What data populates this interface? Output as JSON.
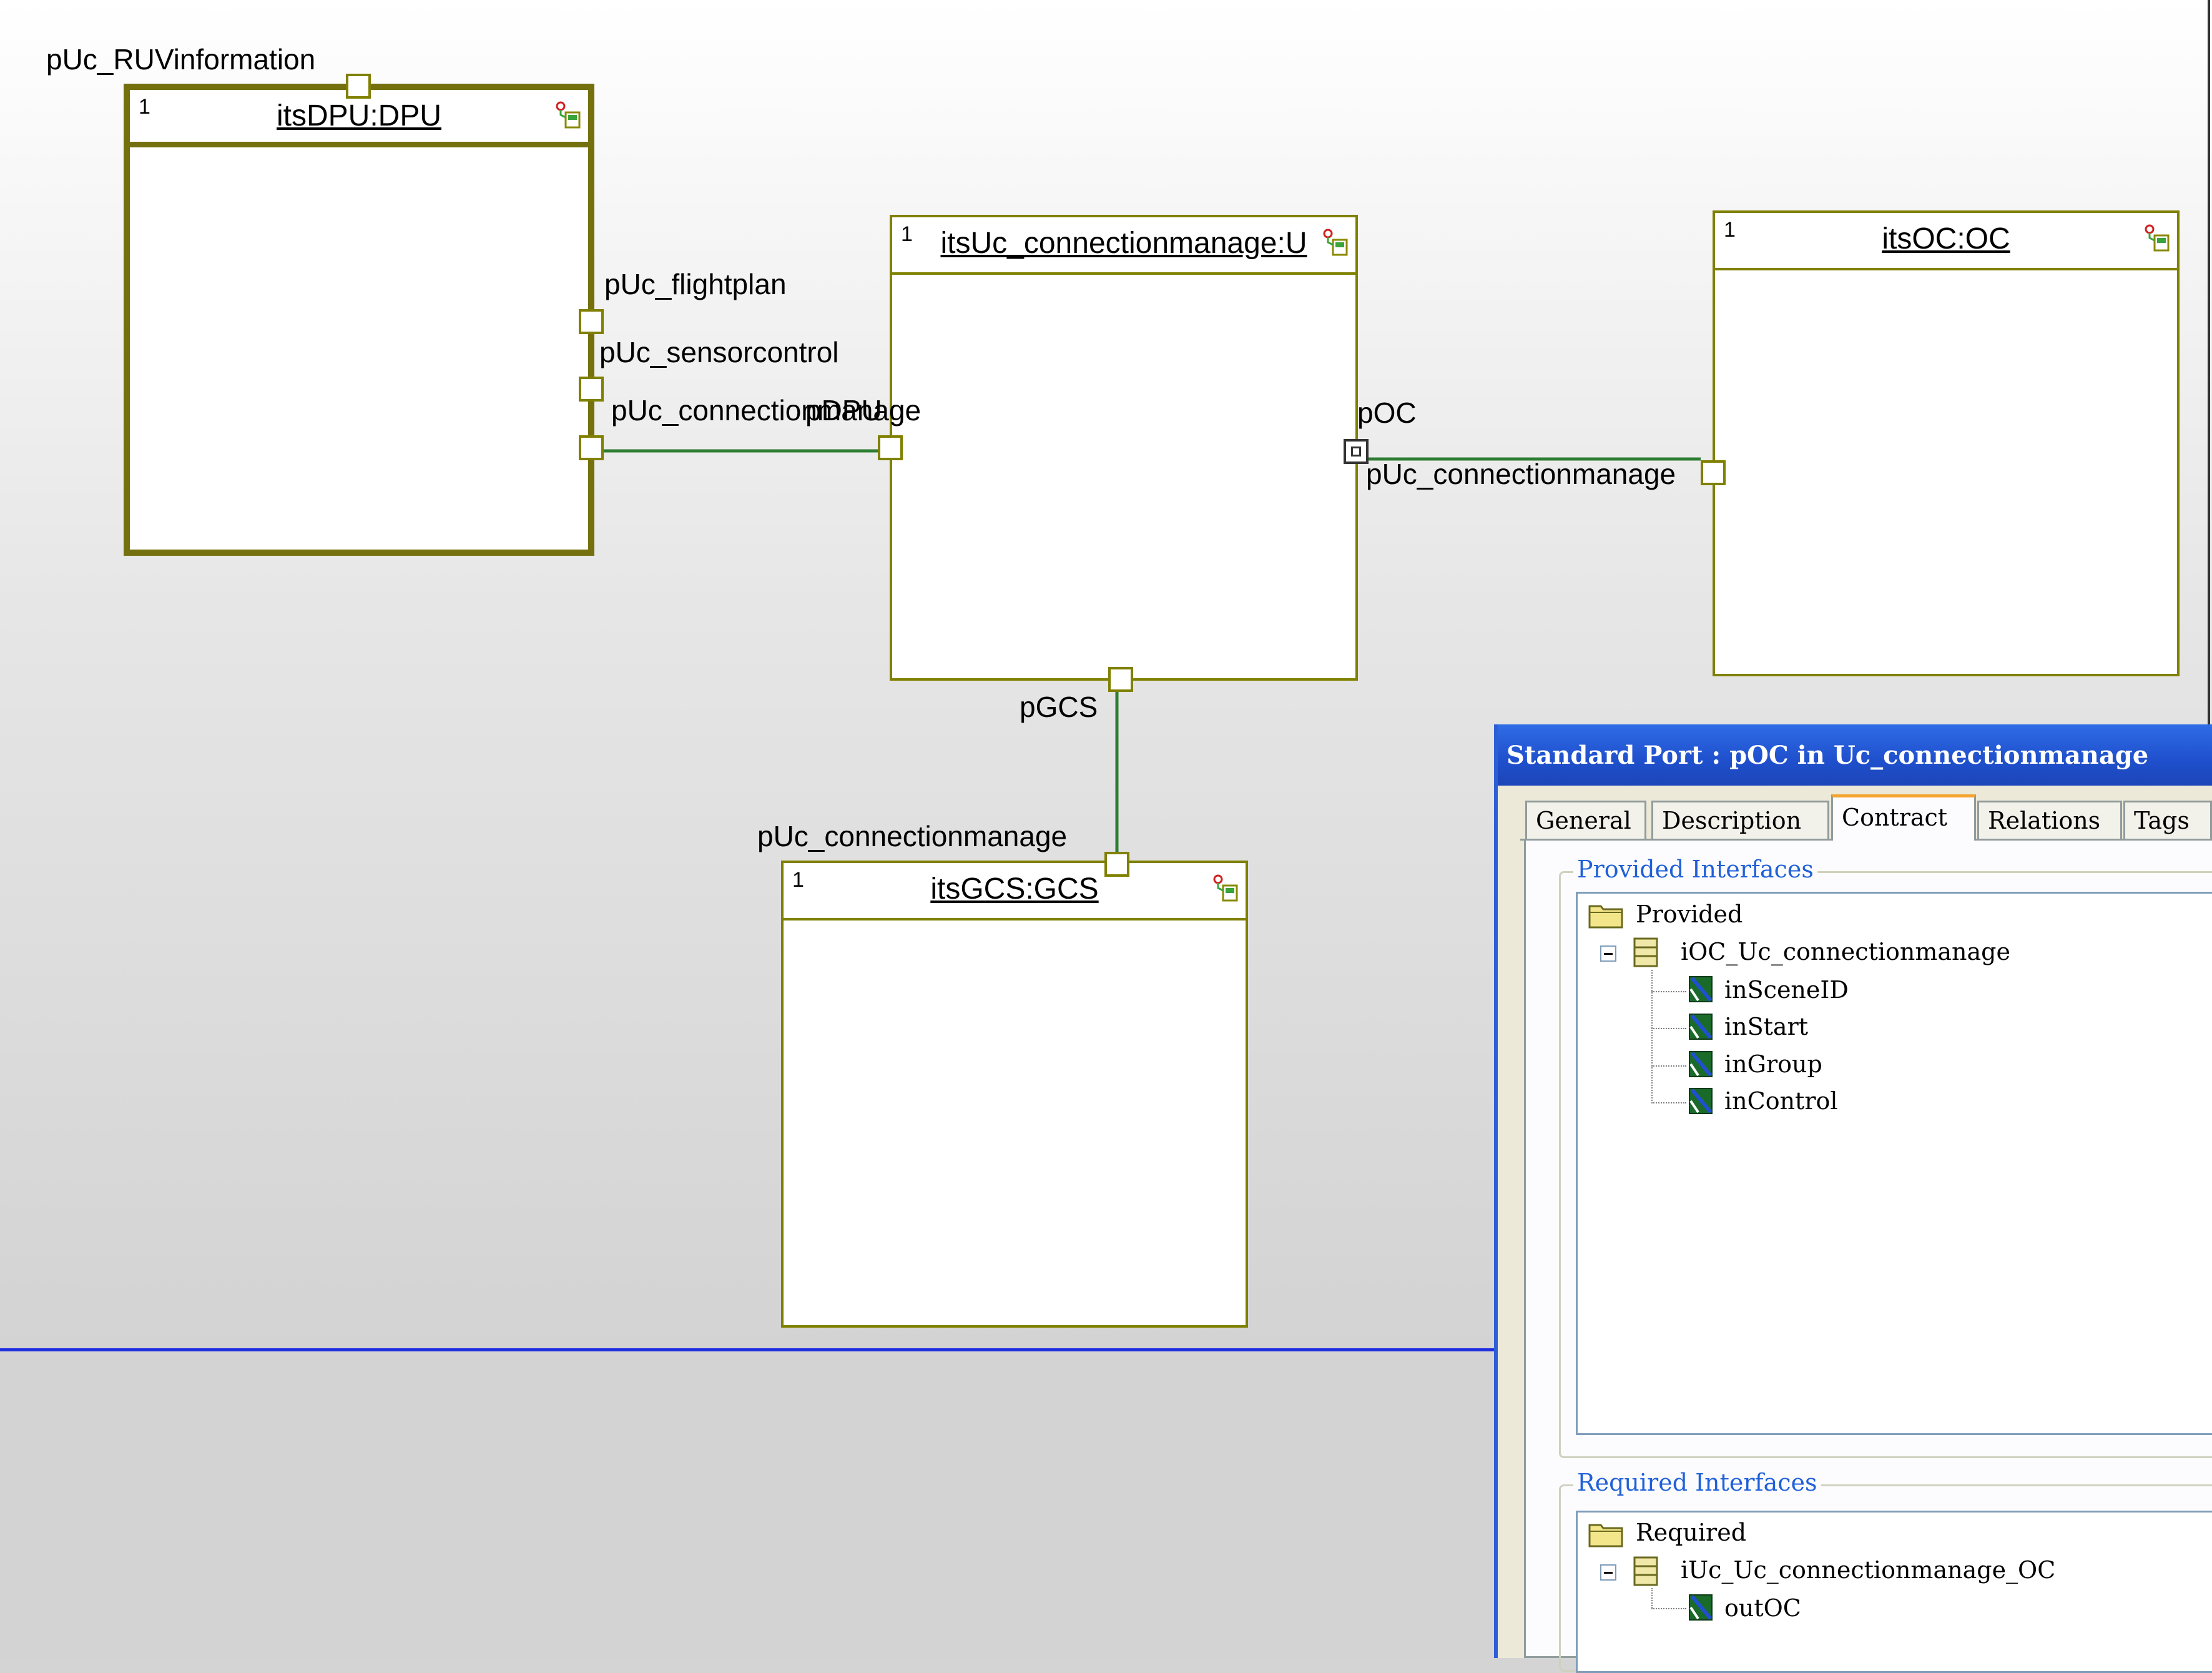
{
  "diagram": {
    "parts": {
      "dpu": {
        "multiplicity": "1",
        "title": "itsDPU:DPU"
      },
      "uc": {
        "multiplicity": "1",
        "title": "itsUc_connectionmanage:U"
      },
      "oc": {
        "multiplicity": "1",
        "title": "itsOC:OC"
      },
      "gcs": {
        "multiplicity": "1",
        "title": "itsGCS:GCS"
      }
    },
    "port_labels": {
      "dpu_ruvinformation": "pUc_RUVinformation",
      "dpu_flightplan": "pUc_flightplan",
      "dpu_sensorcontrol": "pUc_sensorcontrol",
      "dpu_connectionmanage": "pUc_connectionmanage",
      "uc_pdpu": "pDPU",
      "uc_poc": "pOC",
      "oc_connectionmanage": "pUc_connectionmanage",
      "uc_pgcs": "pGCS",
      "gcs_connectionmanage": "pUc_connectionmanage"
    },
    "colors": {
      "border": "#808000",
      "connector": "#2e7d32",
      "selection_line": "#1f2ee0"
    }
  },
  "dialog": {
    "title": "Standard Port : pOC in Uc_connectionmanage",
    "tabs": [
      {
        "label": "General",
        "active": false
      },
      {
        "label": "Description",
        "active": false
      },
      {
        "label": "Contract",
        "active": true
      },
      {
        "label": "Relations",
        "active": false
      },
      {
        "label": "Tags",
        "active": false
      }
    ],
    "provided": {
      "group_title": "Provided Interfaces",
      "folder": "Provided",
      "interface": "iOC_Uc_connectionmanage",
      "operations": [
        "inSceneID",
        "inStart",
        "inGroup",
        "inControl"
      ]
    },
    "required": {
      "group_title": "Required Interfaces",
      "folder": "Required",
      "interface": "iUc_Uc_connectionmanage_OC",
      "operations": [
        "outOC"
      ]
    }
  }
}
